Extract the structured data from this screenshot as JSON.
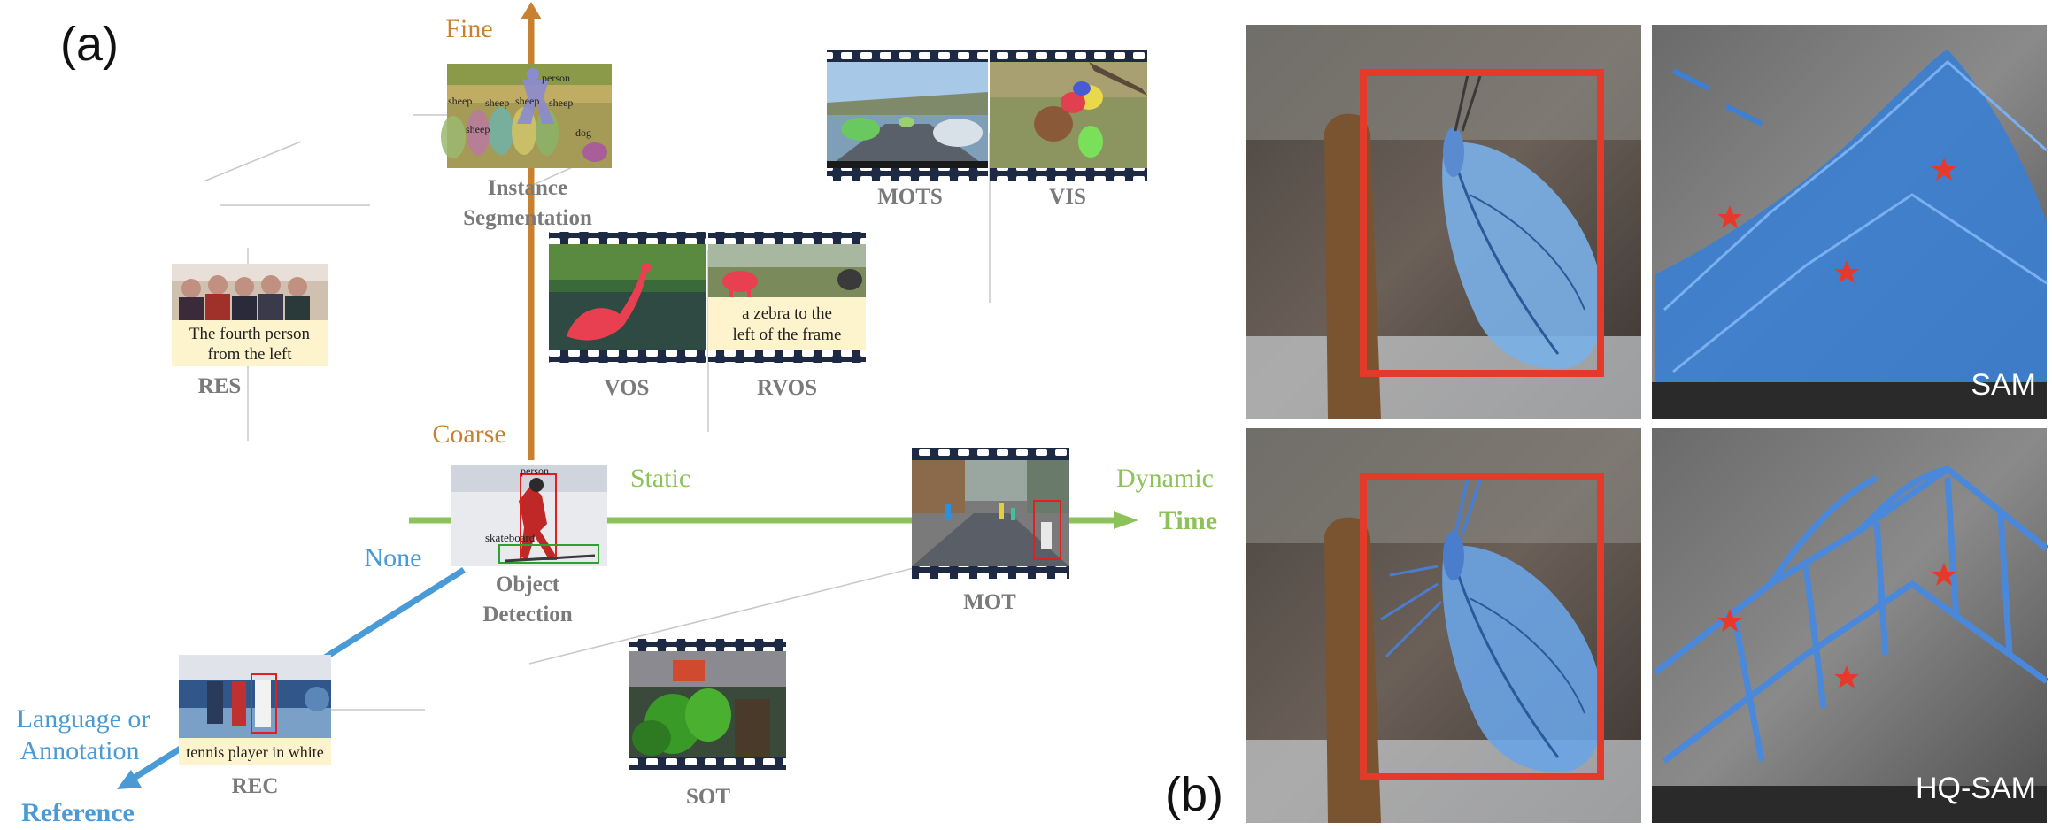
{
  "panel_labels": {
    "a": "(a)",
    "b": "(b)"
  },
  "axes": {
    "vertical": {
      "top": "Fine",
      "bottom": "Coarse"
    },
    "horizontal": {
      "left": "Static",
      "right_top": "Dynamic",
      "right_bottom": "Time"
    },
    "diagonal": {
      "origin": "None",
      "end_top": "Language or",
      "end_mid": "Annotation",
      "end_bottom": "Reference"
    }
  },
  "tasks": {
    "instance_seg": {
      "line1": "Instance",
      "line2": "Segmentation",
      "tags": [
        "person",
        "sheep",
        "sheep",
        "sheep",
        "sheep",
        "sheep",
        "dog"
      ]
    },
    "mots": "MOTS",
    "vis": "VIS",
    "vos": "VOS",
    "rvos": {
      "label": "RVOS",
      "caption1": "a zebra to the",
      "caption2": "left of the frame"
    },
    "res": {
      "label": "RES",
      "caption1": "The fourth person",
      "caption2": "from the left"
    },
    "det": {
      "line1": "Object",
      "line2": "Detection",
      "tags": [
        "person",
        "skateboard"
      ]
    },
    "mot": "MOT",
    "rec": {
      "label": "REC",
      "caption": "tennis player in white"
    },
    "sot": "SOT"
  },
  "comparison": {
    "top_label": "SAM",
    "bottom_label": "HQ-SAM"
  },
  "colors": {
    "fine_axis": "#c8822f",
    "time_axis": "#8cc25a",
    "ref_axis": "#4a9ad6",
    "grid_line": "#c8c8c8",
    "task_label": "#7a7a7a",
    "box_red": "#e53a2a",
    "mask_blue": "#3d7fd0"
  }
}
